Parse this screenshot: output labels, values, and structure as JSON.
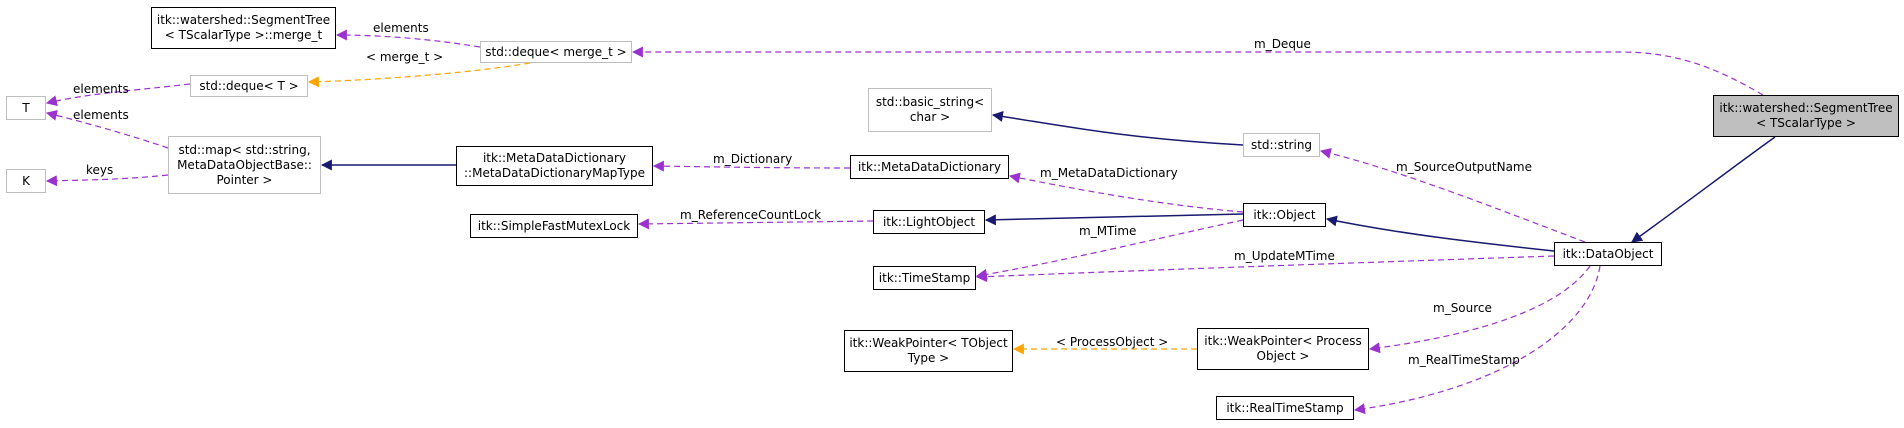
{
  "colors": {
    "inheritance": "#191970",
    "usage": "#9a32cd",
    "template": "#ffa500",
    "current_fill": "#bfbfbf",
    "undocumented_border": "#bfbfbf"
  },
  "nodes": [
    {
      "id": "segtree_merge",
      "lines": [
        "itk::watershed::SegmentTree",
        "< TScalarType >::merge_t"
      ]
    },
    {
      "id": "deque_merge",
      "lines": [
        "std::deque< merge_t >"
      ]
    },
    {
      "id": "deque_t",
      "lines": [
        "std::deque< T >"
      ]
    },
    {
      "id": "t",
      "lines": [
        "T"
      ]
    },
    {
      "id": "k",
      "lines": [
        "K"
      ]
    },
    {
      "id": "map",
      "lines": [
        "std::map< std::string,",
        "MetaDataObjectBase::",
        "Pointer >"
      ]
    },
    {
      "id": "mdd_map",
      "lines": [
        "itk::MetaDataDictionary",
        "::MetaDataDictionaryMapType"
      ]
    },
    {
      "id": "mdd",
      "lines": [
        "itk::MetaDataDictionary"
      ]
    },
    {
      "id": "basic_string",
      "lines": [
        "std::basic_string<",
        "char >"
      ]
    },
    {
      "id": "string",
      "lines": [
        "std::string"
      ]
    },
    {
      "id": "object",
      "lines": [
        "itk::Object"
      ]
    },
    {
      "id": "mutex",
      "lines": [
        "itk::SimpleFastMutexLock"
      ]
    },
    {
      "id": "light",
      "lines": [
        "itk::LightObject"
      ]
    },
    {
      "id": "timestamp",
      "lines": [
        "itk::TimeStamp"
      ]
    },
    {
      "id": "dataobject",
      "lines": [
        "itk::DataObject"
      ]
    },
    {
      "id": "segtree",
      "lines": [
        "itk::watershed::SegmentTree",
        "< TScalarType >"
      ]
    },
    {
      "id": "weak_t",
      "lines": [
        "itk::WeakPointer< TObject",
        "Type >"
      ]
    },
    {
      "id": "weak_po",
      "lines": [
        "itk::WeakPointer< Process",
        "Object >"
      ]
    },
    {
      "id": "realtime",
      "lines": [
        "itk::RealTimeStamp"
      ]
    }
  ],
  "edges": [
    {
      "from": "deque_merge",
      "to": "segtree_merge",
      "kind": "usage",
      "label": "elements"
    },
    {
      "from": "deque_merge",
      "to": "deque_t",
      "kind": "template",
      "label": "< merge_t >"
    },
    {
      "from": "deque_t",
      "to": "t",
      "kind": "usage",
      "label": "elements"
    },
    {
      "from": "map",
      "to": "t",
      "kind": "usage",
      "label": "elements"
    },
    {
      "from": "map",
      "to": "k",
      "kind": "usage",
      "label": "keys"
    },
    {
      "from": "mdd_map",
      "to": "map",
      "kind": "inheritance",
      "label": ""
    },
    {
      "from": "mdd",
      "to": "mdd_map",
      "kind": "usage",
      "label": "m_Dictionary"
    },
    {
      "from": "object",
      "to": "mdd",
      "kind": "usage",
      "label": "m_MetaDataDictionary"
    },
    {
      "from": "string",
      "to": "basic_string",
      "kind": "inheritance",
      "label": ""
    },
    {
      "from": "dataobject",
      "to": "string",
      "kind": "usage",
      "label": "m_SourceOutputName"
    },
    {
      "from": "light",
      "to": "mutex",
      "kind": "usage",
      "label": "m_ReferenceCountLock"
    },
    {
      "from": "object",
      "to": "light",
      "kind": "inheritance",
      "label": ""
    },
    {
      "from": "object",
      "to": "timestamp",
      "kind": "usage",
      "label": "m_MTime"
    },
    {
      "from": "dataobject",
      "to": "object",
      "kind": "inheritance",
      "label": ""
    },
    {
      "from": "dataobject",
      "to": "timestamp",
      "kind": "usage",
      "label": "m_UpdateMTime"
    },
    {
      "from": "segtree",
      "to": "dataobject",
      "kind": "inheritance",
      "label": ""
    },
    {
      "from": "segtree",
      "to": "deque_merge",
      "kind": "usage",
      "label": "m_Deque"
    },
    {
      "from": "dataobject",
      "to": "weak_po",
      "kind": "usage",
      "label": "m_Source"
    },
    {
      "from": "weak_po",
      "to": "weak_t",
      "kind": "template",
      "label": "< ProcessObject >"
    },
    {
      "from": "dataobject",
      "to": "realtime",
      "kind": "usage",
      "label": "m_RealTimeStamp"
    }
  ]
}
